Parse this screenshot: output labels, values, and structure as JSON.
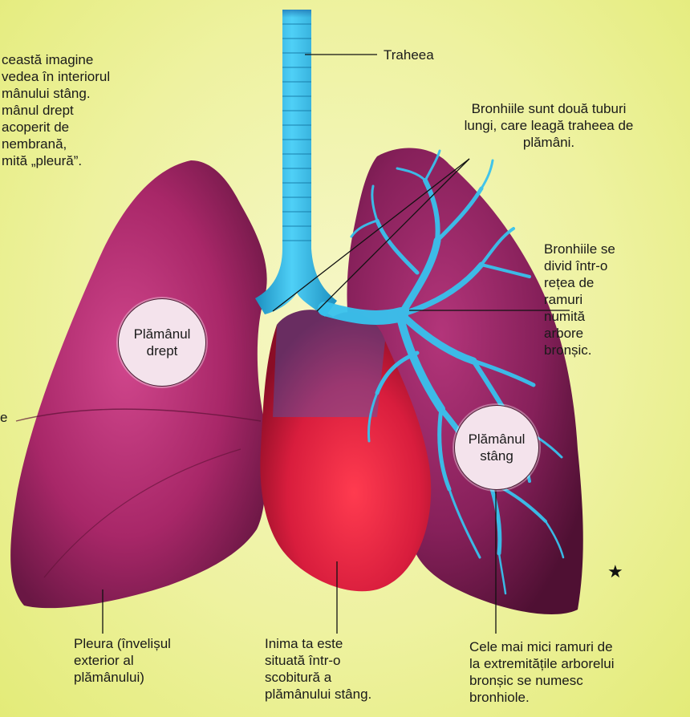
{
  "labels": {
    "intro": "ceastă imagine\nvedea în interiorul\nmânului stâng.\nmânul drept\n acoperit de\nnembrană,\nmită „pleură”.",
    "trachea": "Traheea",
    "bronchi": "Bronhiile sunt două tuburi\nlungi, care leagă traheea de\nplămâni.",
    "bronchial_tree": "Bronhiile se\n  divid într-o\n   rețea de\n     ramuri\n          numită\n              arbore\n                 bronșic.",
    "right_lung": "Plămânul\ndrept",
    "left_lung": "Plămânul\nstâng",
    "cut_letter": "e",
    "pleura": "Pleura (învelișul\nexterior al\nplămânului)",
    "heart": "Inima ta este\nsituată într-o\nscobitură a\nplămânului stâng.",
    "bronchioles": "Cele mai mici ramuri de\nla extremitățile arborelui\nbronșic se numesc\nbronhiole.",
    "star": "★"
  },
  "colors": {
    "background": "#eef2a0",
    "lung": "#b3286e",
    "lung_dark": "#6e1845",
    "airway": "#2fb6e6",
    "heart": "#d81d3d"
  }
}
